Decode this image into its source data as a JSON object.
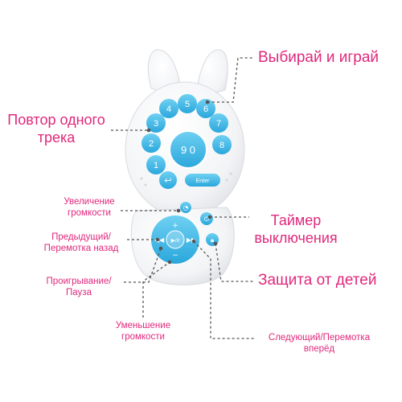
{
  "labels": {
    "select_play": "Выбирай и играй",
    "repeat_one": "Повтор одного",
    "repeat_one_2": "трека",
    "volume_up": "Увеличение",
    "volume_up_2": "громкости",
    "previous": "Предыдущий/",
    "previous_2": "Перемотка назад",
    "play_pause": "Проигрывание/",
    "play_pause_2": "Пауза",
    "volume_down": "Уменьшение",
    "volume_down_2": "громкости",
    "timer": "Таймер",
    "timer_2": "выключения",
    "child_lock": "Защита от детей",
    "next": "Следующий/Перемотка",
    "next_2": "вперёд"
  },
  "device": {
    "keys": [
      "1",
      "2",
      "3",
      "4",
      "5",
      "6",
      "7",
      "8"
    ],
    "center_keys": "9 0",
    "enter_label": "Enter",
    "play_label": "▶/II"
  },
  "colors": {
    "accent": "#e0287c",
    "button_blue": "#3dbbe8",
    "device_body": "#f3f4f6",
    "leader_line": "#555555"
  }
}
